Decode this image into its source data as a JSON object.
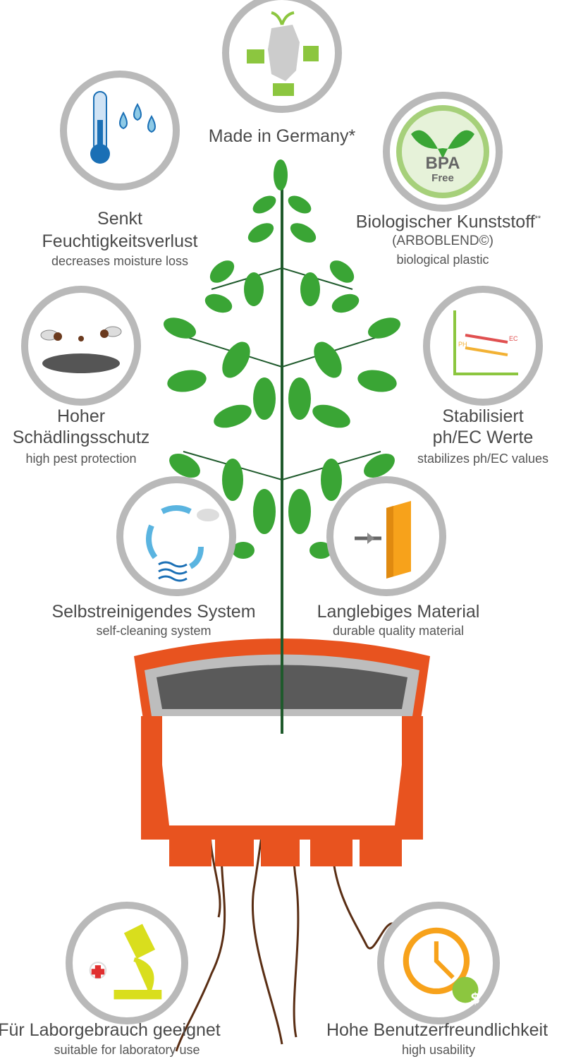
{
  "features": [
    {
      "id": "germany",
      "de": "Made in Germany*",
      "en": ""
    },
    {
      "id": "moisture",
      "de_line1": "Senkt",
      "de_line2": "Feuchtigkeitsverlust",
      "en": "decreases moisture loss"
    },
    {
      "id": "bioplastic",
      "de": "Biologischer Kunststoff",
      "de_sup": "**",
      "de_line2": "(ARBOBLEND©)",
      "en": "biological plastic",
      "badge": "BPA",
      "badge_sub": "Free"
    },
    {
      "id": "pest",
      "de_line1": "Hoher",
      "de_line2": "Schädlingsschutz",
      "en": "high pest protection"
    },
    {
      "id": "phec",
      "de_line1": "Stabilisiert",
      "de_line2": "ph/EC Werte",
      "en": "stabilizes ph/EC values",
      "chart_label_1": "EC",
      "chart_label_2": "PH"
    },
    {
      "id": "selfclean",
      "de": "Selbstreinigendes System",
      "en": "self-cleaning system"
    },
    {
      "id": "durable",
      "de": "Langlebiges Material",
      "en": "durable quality material"
    },
    {
      "id": "lab",
      "de": "Für Laborgebrauch geeignet",
      "en": "suitable for laboratory use"
    },
    {
      "id": "usability",
      "de": "Hohe Benutzerfreundlichkeit",
      "en": "high usability",
      "coin": "$"
    }
  ],
  "colors": {
    "leaf": "#3aa535",
    "stem": "#1f5a2c",
    "pot": "#e8531f",
    "soil": "#5a5a5a",
    "ring": "#b9b9b9",
    "root": "#5a2e14"
  }
}
